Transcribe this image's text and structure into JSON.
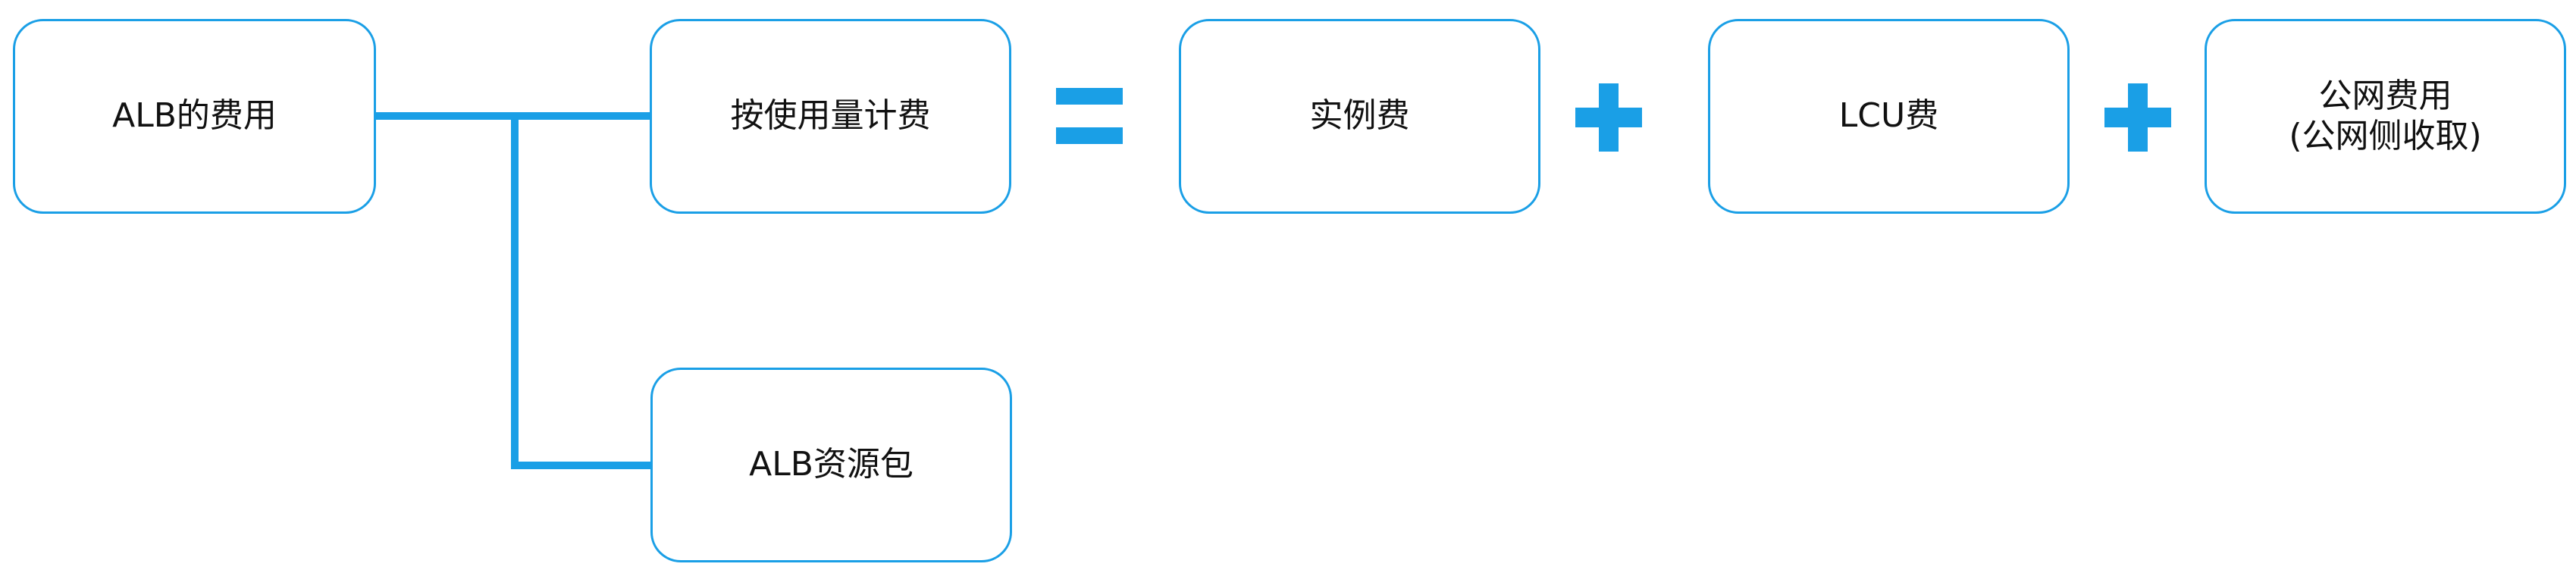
{
  "diagram": {
    "accent_color": "#1a9fe6",
    "nodes": {
      "alb_cost": "ALB的费用",
      "pay_as_you_go": "按使用量计费",
      "alb_resource_pack": "ALB资源包",
      "instance_fee": "实例费",
      "lcu_fee": "LCU费",
      "public_network_fee": "公网费用\n(公网侧收取)"
    },
    "operators": {
      "equals": "equals-sign",
      "plus_1": "plus-sign",
      "plus_2": "plus-sign"
    }
  }
}
